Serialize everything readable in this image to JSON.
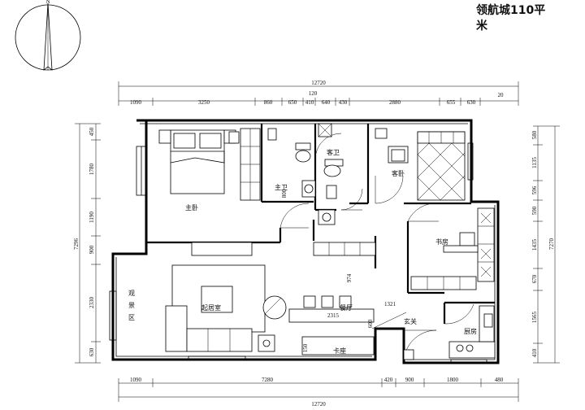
{
  "title": {
    "line1": "领航城110平",
    "line2": "米"
  },
  "dimensions": {
    "top_total": "12720",
    "top_segments": [
      "1090",
      "3250",
      "860",
      "650",
      "410",
      "640",
      "430",
      "2880",
      "655",
      "630",
      "20"
    ],
    "top_small": "120",
    "bottom_total": "12720",
    "bottom_segments": [
      "1090",
      "7280",
      "420",
      "900",
      "1800",
      "480"
    ],
    "left_total": "7296",
    "left_segments": [
      "450",
      "1780",
      "1190",
      "900",
      "2330",
      "630"
    ],
    "right_total": "7270",
    "right_segments": [
      "580",
      "1135",
      "596",
      "590",
      "1435",
      "670",
      "1565",
      "410"
    ],
    "interior": [
      "800",
      "974",
      "2315",
      "1321",
      "600",
      "150"
    ]
  },
  "rooms": {
    "master_bedroom": "主卧",
    "master_bath": "主卫",
    "guest_bath": "客卫",
    "guest_bedroom": "客卧",
    "study": "书房",
    "living_room": "起居室",
    "viewing_area": [
      "观",
      "景",
      "区"
    ],
    "dining": "餐厅",
    "entrance": "玄关",
    "kitchen": "厨房",
    "storage": "卡座"
  },
  "colors": {
    "line": "#000000",
    "background": "#ffffff"
  }
}
